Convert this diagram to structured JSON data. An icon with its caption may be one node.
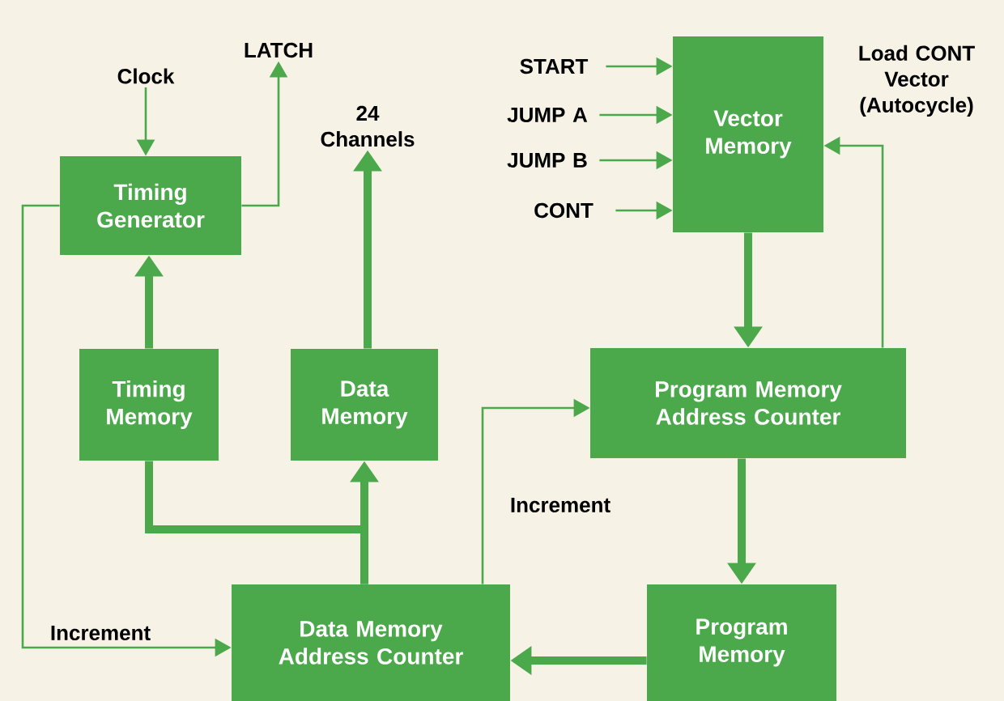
{
  "diagram": {
    "nodes": [
      {
        "text": [
          "Timing Generator"
        ]
      },
      {
        "text": [
          "Timing Memory"
        ]
      },
      {
        "text": [
          "Data Memory"
        ]
      },
      {
        "text": [
          "Vector Memory"
        ]
      },
      {
        "text": [
          "Program Memory Address Counter"
        ]
      },
      {
        "text": [
          "Data Memory Address Counter"
        ]
      },
      {
        "text": [
          "Program Memory"
        ]
      },
      {
        "text": [
          "Clock"
        ]
      },
      {
        "text": [
          "LATCH"
        ]
      },
      {
        "text": [
          "24 Channels"
        ]
      },
      {
        "text": [
          "START"
        ]
      },
      {
        "text": [
          "JUMP A"
        ]
      },
      {
        "text": [
          "JUMP B"
        ]
      },
      {
        "text": [
          "CONT"
        ]
      }
    ],
    "edges": [
      {
        "from": 7,
        "to": 0,
        "arrow": "to"
      },
      {
        "from": 0,
        "to": 8,
        "arrow": "to"
      },
      {
        "from": 1,
        "to": 0,
        "arrow": "to",
        "style": "thick"
      },
      {
        "from": 2,
        "to": 9,
        "arrow": "to",
        "style": "thick"
      },
      {
        "from": 5,
        "to": 2,
        "arrow": "to",
        "style": "thick"
      },
      {
        "from": 5,
        "to": 1,
        "arrow": "none",
        "style": "thick"
      },
      {
        "from": 10,
        "to": 3,
        "arrow": "to"
      },
      {
        "from": 11,
        "to": 3,
        "arrow": "to"
      },
      {
        "from": 12,
        "to": 3,
        "arrow": "to"
      },
      {
        "from": 13,
        "to": 3,
        "arrow": "to"
      },
      {
        "from": 3,
        "to": 4,
        "arrow": "to",
        "style": "thick"
      },
      {
        "from": 4,
        "to": 3,
        "arrow": "to",
        "label": "Load CONT Vector (Autocycle)"
      },
      {
        "from": 4,
        "to": 6,
        "arrow": "to",
        "style": "thick"
      },
      {
        "from": 6,
        "to": 5,
        "arrow": "to",
        "style": "thick"
      },
      {
        "from": 0,
        "to": 5,
        "arrow": "to",
        "label": "Increment"
      },
      {
        "from": 5,
        "to": 4,
        "arrow": "to",
        "label": "Increment"
      }
    ]
  }
}
